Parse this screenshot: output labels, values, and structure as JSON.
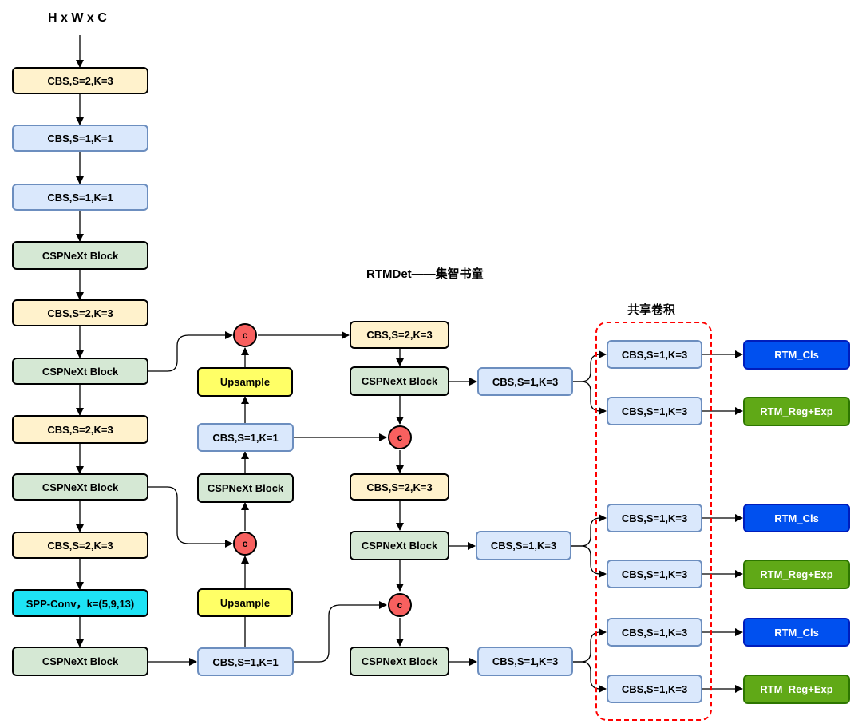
{
  "labels": {
    "input": "H x W x C",
    "title": "RTMDet——集智书童",
    "shared": "共享卷积"
  },
  "backbone": [
    "CBS,S=2,K=3",
    "CBS,S=1,K=1",
    "CBS,S=1,K=1",
    "CSPNeXt Block",
    "CBS,S=2,K=3",
    "CSPNeXt Block",
    "CBS,S=2,K=3",
    "CSPNeXt Block",
    "CBS,S=2,K=3",
    "SPP-Conv，k=(5,9,13)",
    "CSPNeXt Block"
  ],
  "neck_up": {
    "upsample_top": "Upsample",
    "cbs_mid": "CBS,S=1,K=1",
    "csp_mid": "CSPNeXt Block",
    "upsample_bottom": "Upsample",
    "cbs_bottom": "CBS,S=1,K=1",
    "concat": "c"
  },
  "neck_down": {
    "cbs_top": "CBS,S=2,K=3",
    "csp_top": "CSPNeXt Block",
    "cbs_mid": "CBS,S=2,K=3",
    "csp_mid": "CSPNeXt Block",
    "csp_bottom": "CSPNeXt Block"
  },
  "heads": {
    "stem": "CBS,S=1,K=3",
    "shared_conv": "CBS,S=1,K=3",
    "cls": "RTM_Cls",
    "reg": "RTM_Reg+Exp"
  },
  "colors": {
    "orange_fill": "#fff2cc",
    "blue_fill": "#dae8fc",
    "green_fill": "#d5e8d4",
    "yellow_fill": "#ffff66",
    "cyan_fill": "#1ee3f5",
    "concat_fill": "#f8605f",
    "cls_fill": "#0050ef",
    "reg_fill": "#60a917",
    "shared_border": "#ff0000"
  }
}
